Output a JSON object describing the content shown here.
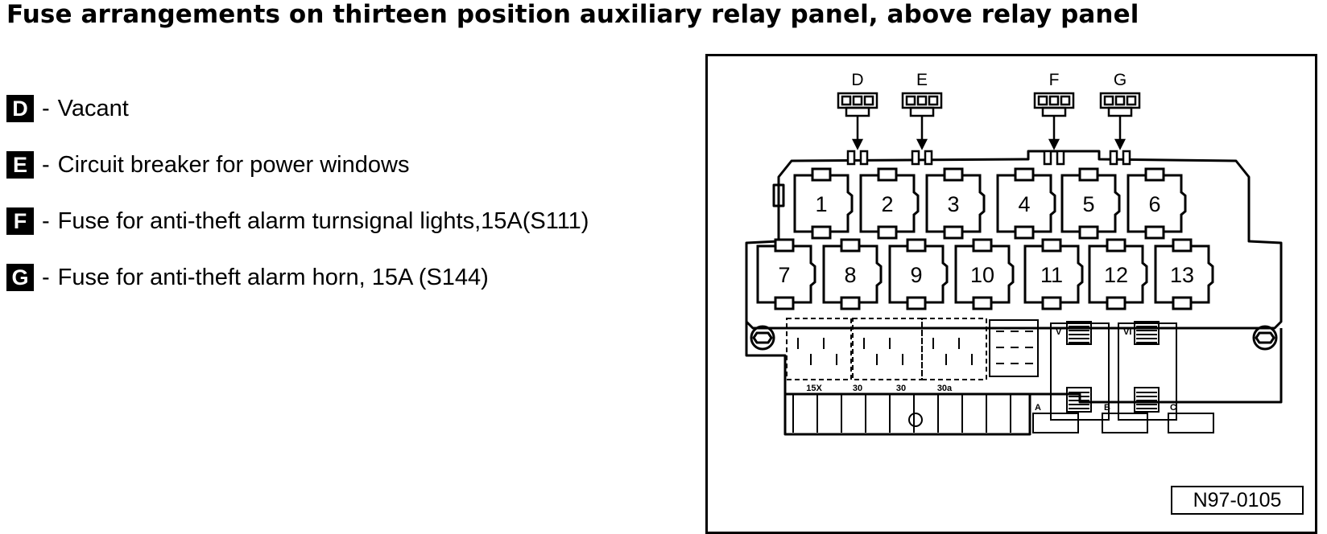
{
  "title": "Fuse arrangements on thirteen position auxiliary relay panel, above relay panel",
  "legend": [
    {
      "key": "D",
      "text": "Vacant"
    },
    {
      "key": "E",
      "text": "Circuit breaker for power windows"
    },
    {
      "key": "F",
      "text": "Fuse for anti-theft alarm turnsignal lights,15A(S111)"
    },
    {
      "key": "G",
      "text": "Fuse for anti-theft alarm horn, 15A (S144)"
    }
  ],
  "diagram": {
    "fuse_labels": [
      "D",
      "E",
      "F",
      "G"
    ],
    "relay_positions_top": [
      "1",
      "2",
      "3",
      "4",
      "5",
      "6"
    ],
    "relay_positions_bottom": [
      "7",
      "8",
      "9",
      "10",
      "11",
      "12",
      "13"
    ],
    "lower_block_labels": [
      "15X",
      "30",
      "30",
      "30a"
    ],
    "connector_numerals": [
      "V",
      "VI"
    ],
    "connector_letters": [
      "A",
      "B",
      "C"
    ],
    "figure_id": "N97-0105"
  }
}
